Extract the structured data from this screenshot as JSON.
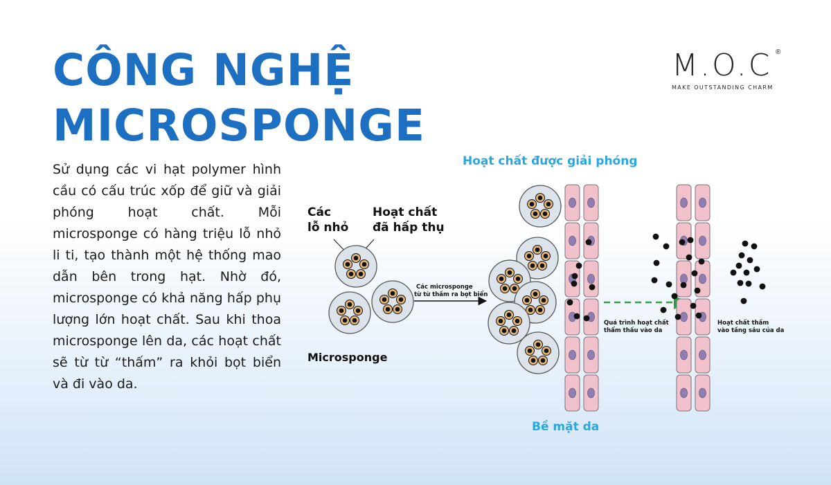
{
  "title": {
    "line1": "CÔNG NGHỆ",
    "line2": "MICROSPONGE"
  },
  "logo": {
    "mark": "M.O.C",
    "registered": "®",
    "tagline": "MAKE OUTSTANDING CHARM"
  },
  "description": "Sử dụng các vi hạt polymer hình cầu có cấu trúc xốp để giữ và giải phóng hoạt chất. Mỗi microsponge có hàng triệu lỗ nhỏ li ti, tạo thành một hệ thống mao dẫn bên trong hạt. Nhờ đó, microsponge có khả năng hấp phụ lượng lớn hoạt chất. Sau khi thoa microsponge lên da, các hoạt chất sẽ từ từ “thấm” ra khỏi bọt biển và đi vào da.",
  "diagram": {
    "label_pores_1": "Các",
    "label_pores_2": "lỗ nhỏ",
    "label_absorbed_1": "Hoạt chất",
    "label_absorbed_2": "đã hấp thụ",
    "label_microsponge": "Microsponge",
    "arrow_label_1": "Các microsponge",
    "arrow_label_2": "từ từ thấm ra bọt biển",
    "label_released": "Hoạt chất được giải phóng",
    "label_skin_surface": "Bề mặt da",
    "label_penetration_1": "Quá trình hoạt chất",
    "label_penetration_2": "thẩm thấu vào da",
    "label_deep_1": "Hoạt chất thấm",
    "label_deep_2": "vào tầng sâu của da",
    "colors": {
      "title": "#1d6fc1",
      "accent": "#2aa6e0",
      "cell": "#f2c2cc",
      "nucleus": "#8e7fb0",
      "arrow": "#2ea043",
      "sponge": "#dde3ea"
    }
  }
}
